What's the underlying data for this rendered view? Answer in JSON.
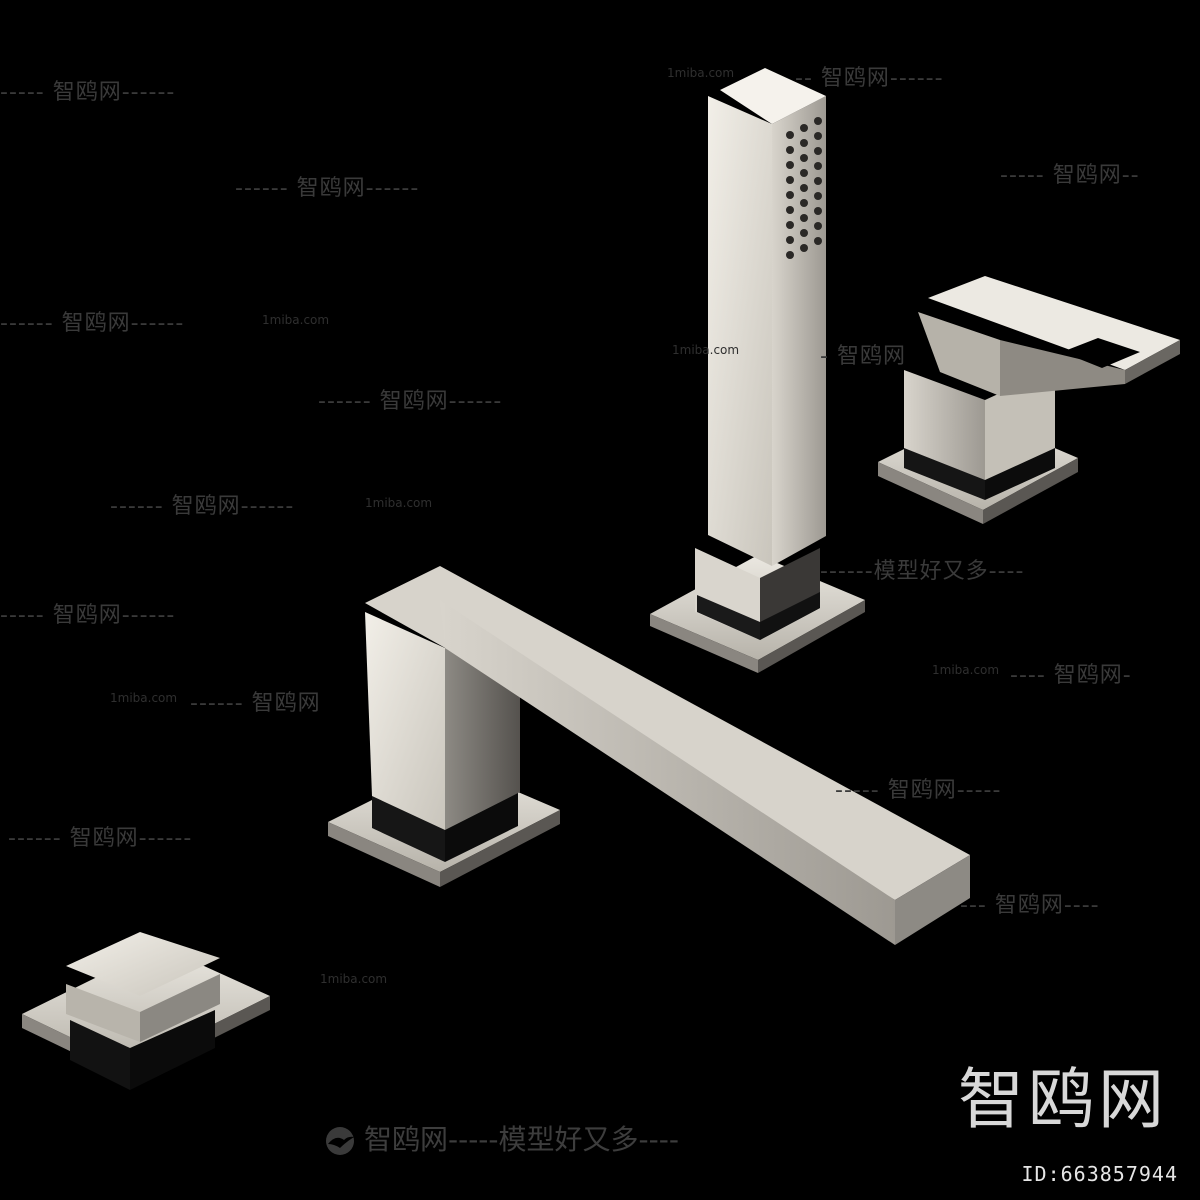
{
  "watermarks": {
    "site_cn": "智鸥网",
    "site_url": "1miba.com",
    "slogan_line": "模型好又多",
    "footer_full": "智鸥网-----模型好又多----"
  },
  "brand": {
    "logo_text": "智鸥网",
    "id_text": "ID:663857944"
  },
  "colors": {
    "background": "#000000",
    "metal_light": "#e9e6df",
    "metal_mid": "#bdb9b0",
    "metal_dark": "#6e6b66"
  }
}
